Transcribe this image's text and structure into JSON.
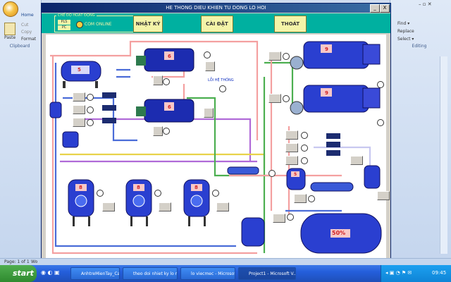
{
  "word": {
    "home_tab": "Home",
    "clipboard": {
      "paste": "Paste",
      "cut": "Cut",
      "copy": "Copy",
      "format": "Format",
      "group": "Clipboard"
    },
    "editing": {
      "find": "Find ▾",
      "replace": "Replace",
      "select": "Select ▾",
      "group": "Editing"
    },
    "status_page": "Page: 1 of 1",
    "status_words": "Wo"
  },
  "app": {
    "title": "HE THONG DIEU KHIEN TU DONG LO HOI",
    "minimize": "_",
    "close": "X",
    "mode_label": "CHẾ ĐỘ HOẠT ĐỘNG",
    "mode_pls": "PLS",
    "mode_pc": "PC",
    "com_label": "COM ONLINE",
    "menu": {
      "log": "NHẬT KÝ",
      "settings": "CÀI ĐẶT",
      "exit": "THOÁT"
    },
    "error_label": "LỖI HỆ THỐNG",
    "tank_level": "50%",
    "labels": {
      "tank5": "5",
      "boiler6a": "6",
      "boiler6b": "6",
      "big9a": "9",
      "big9b": "9",
      "filter8a": "8",
      "filter8b": "8",
      "filter8c": "8",
      "tank5b": "5"
    }
  },
  "colors": {
    "menubar": "#00b0a0",
    "menu_button": "#f4f4a8",
    "tank_blue": "#2a3fd0",
    "pipe_pink": "#f4a0a0",
    "pipe_green": "#4caf50",
    "pipe_blue": "#4a6cd8",
    "pipe_purple": "#b06ad8",
    "pipe_yellow": "#e8d24a"
  },
  "taskbar": {
    "start": "start",
    "tasks": [
      "AnhtreMienTay_Cam(...",
      "theo doi nhiet ky lo m...",
      "lo viecmec - Microsoft...",
      "Project1 - Microsoft V..."
    ],
    "clock": "09:45"
  }
}
